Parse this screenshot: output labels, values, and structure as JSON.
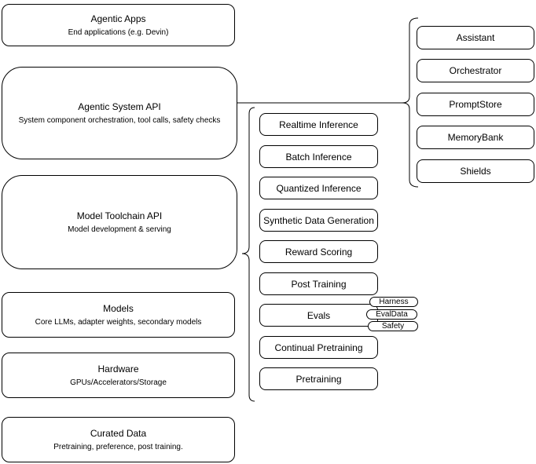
{
  "stack": {
    "boxes": [
      {
        "title": "Agentic Apps",
        "subtitle": "End applications (e.g. Devin)"
      },
      {
        "title": "Agentic System API",
        "subtitle": "System component orchestration, tool calls, safety checks"
      },
      {
        "title": "Model Toolchain API",
        "subtitle": "Model development & serving"
      },
      {
        "title": "Models",
        "subtitle": "Core LLMs, adapter weights, secondary models"
      },
      {
        "title": "Hardware",
        "subtitle": "GPUs/Accelerators/Storage"
      },
      {
        "title": "Curated Data",
        "subtitle": "Pretraining, preference, post training."
      }
    ]
  },
  "toolchain_components": {
    "items": [
      "Realtime Inference",
      "Batch Inference",
      "Quantized Inference",
      "Synthetic Data Generation",
      "Reward Scoring",
      "Post Training",
      "Evals",
      "Continual Pretraining",
      "Pretraining"
    ],
    "eval_tags": [
      "Harness",
      "EvalData",
      "Safety"
    ]
  },
  "system_components": {
    "items": [
      "Assistant",
      "Orchestrator",
      "PromptStore",
      "MemoryBank",
      "Shields"
    ]
  },
  "colors": {
    "stroke": "#000000",
    "fill": "#ffffff",
    "text": "#000000"
  }
}
